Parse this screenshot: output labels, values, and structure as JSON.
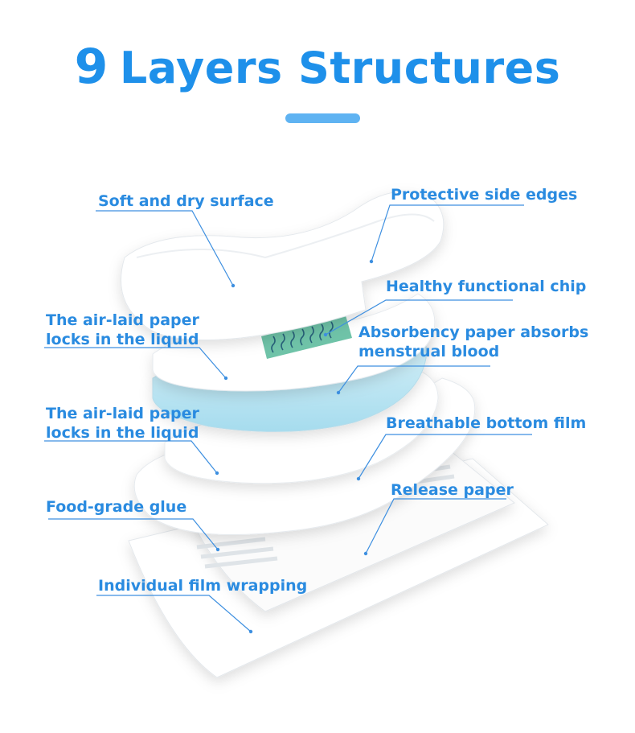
{
  "title": {
    "number": "9",
    "text": "Layers Structures"
  },
  "colors": {
    "accent": "#1e90ea",
    "leader_line": "#3d8fe0",
    "absorbent_layer": "#bfe6f3",
    "chip": "#6fc3a8"
  },
  "labels": {
    "soft_surface": "Soft and dry surface",
    "side_edges": "Protective side edges",
    "functional_chip": "Healthy functional chip",
    "airlaid_1_line1": "The air-laid paper",
    "airlaid_1_line2": "locks in the liquid",
    "absorbency_line1": "Absorbency paper absorbs",
    "absorbency_line2": "menstrual blood",
    "airlaid_2_line1": "The air-laid paper",
    "airlaid_2_line2": "locks in the liquid",
    "bottom_film": "Breathable bottom film",
    "glue": "Food-grade glue",
    "release_paper": "Release paper",
    "film_wrapping": "Individual film wrapping"
  }
}
